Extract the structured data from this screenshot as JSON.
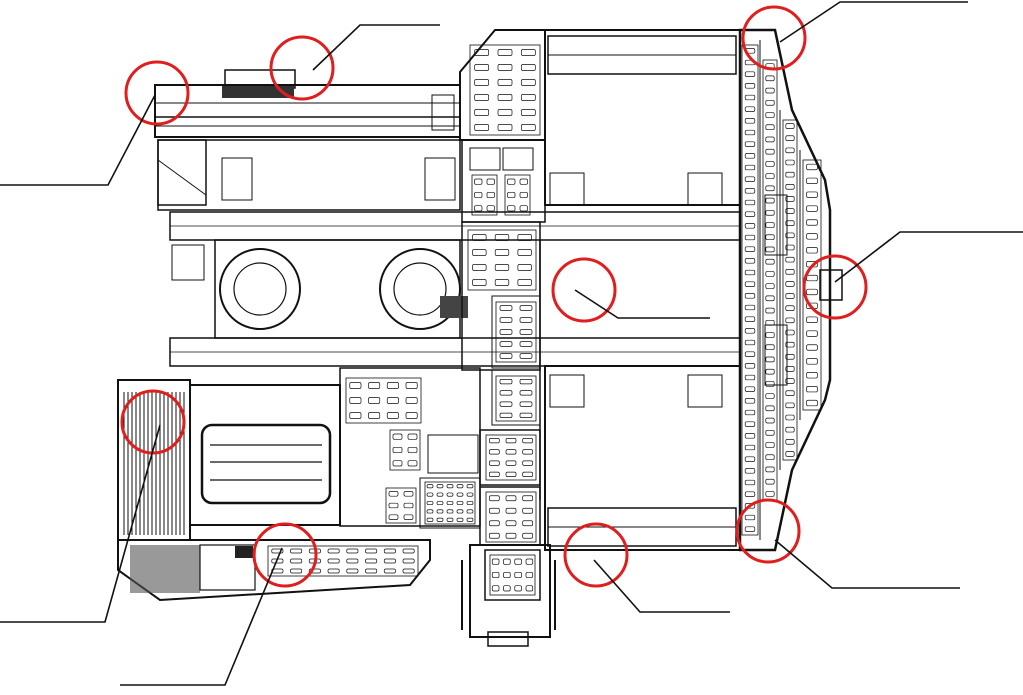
{
  "figure": {
    "type": "machine-top-view-schematic",
    "line_color": "#111111",
    "highlight_color": "#e01e1e",
    "background": "#ffffff"
  },
  "callouts": [
    {
      "id": "front-left-upper",
      "marker": "red-circle",
      "leader": "line-to-blank-label",
      "label": ""
    },
    {
      "id": "top-left-rear",
      "marker": "red-circle",
      "leader": "line-to-blank-label",
      "label": ""
    },
    {
      "id": "top-right-corner",
      "marker": "red-circle",
      "leader": "line-to-blank-label",
      "label": ""
    },
    {
      "id": "right-center",
      "marker": "red-circle",
      "leader": "line-to-blank-label",
      "label": ""
    },
    {
      "id": "center-deck",
      "marker": "red-circle",
      "leader": "line-to-blank-label",
      "label": ""
    },
    {
      "id": "left-lower",
      "marker": "red-circle",
      "leader": "line-to-blank-label",
      "label": ""
    },
    {
      "id": "bottom-left-step",
      "marker": "red-circle",
      "leader": "line-to-blank-label",
      "label": ""
    },
    {
      "id": "bottom-center",
      "marker": "red-circle",
      "leader": "line-to-blank-label",
      "label": ""
    },
    {
      "id": "bottom-right-corner",
      "marker": "red-circle",
      "leader": "line-to-blank-label",
      "label": ""
    }
  ]
}
